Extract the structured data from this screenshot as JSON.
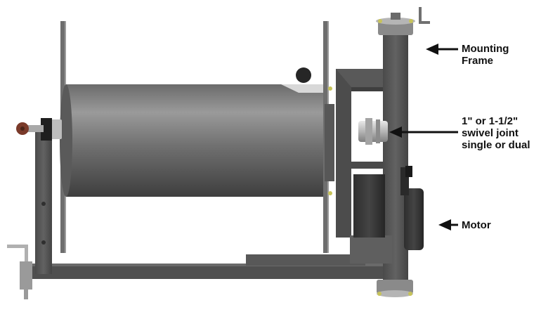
{
  "diagram": {
    "subject": "hose reel assembly",
    "colors": {
      "frame": "#5a5a5a",
      "frame_dark": "#3c3c3c",
      "drum_light": "#9a9a9a",
      "drum_dark": "#3e3e3e",
      "hardware": "#c9c9c9",
      "bolt_accent": "#c7c35a",
      "valve_handle": "#7a3a2a",
      "label_text": "#111111",
      "arrow": "#111111"
    },
    "callouts": [
      {
        "id": "mounting-frame",
        "text": "Mounting\nFrame"
      },
      {
        "id": "swivel-joint",
        "text": "1\" or 1-1/2\"\nswivel joint\nsingle or dual"
      },
      {
        "id": "motor",
        "text": "Motor"
      }
    ]
  }
}
